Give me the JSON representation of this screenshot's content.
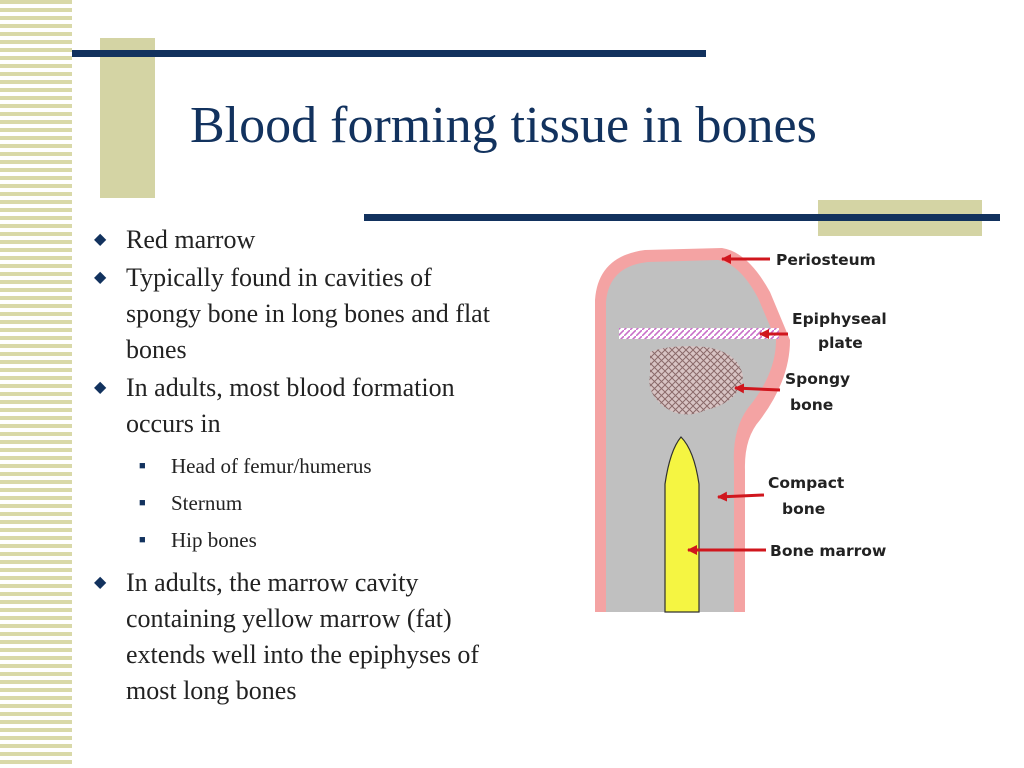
{
  "slide": {
    "title": "Blood forming tissue in bones",
    "accent_color": "#12325e",
    "stripe_color": "#d9d9a8"
  },
  "bullets": [
    {
      "text": "Red marrow"
    },
    {
      "text": "Typically found in cavities of spongy bone in long bones and flat bones"
    },
    {
      "text": "In adults, most blood formation occurs in",
      "sub": [
        {
          "text": "Head of femur/humerus"
        },
        {
          "text": "Sternum"
        },
        {
          "text": "Hip bones"
        }
      ]
    },
    {
      "text": "In adults, the marrow cavity containing yellow marrow (fat) extends well into the epiphyses of most long bones"
    }
  ],
  "diagram": {
    "labels": {
      "periosteum": "Periosteum",
      "epiphyseal_line1": "Epiphyseal",
      "epiphyseal_line2": "plate",
      "spongy_line1": "Spongy",
      "spongy_line2": "bone",
      "compact_line1": "Compact",
      "compact_line2": "bone",
      "marrow": "Bone marrow"
    },
    "colors": {
      "periosteum": "#f4a3a3",
      "bone": "#c0c0c0",
      "marrow": "#f5f542",
      "arrow": "#d0161d"
    }
  }
}
